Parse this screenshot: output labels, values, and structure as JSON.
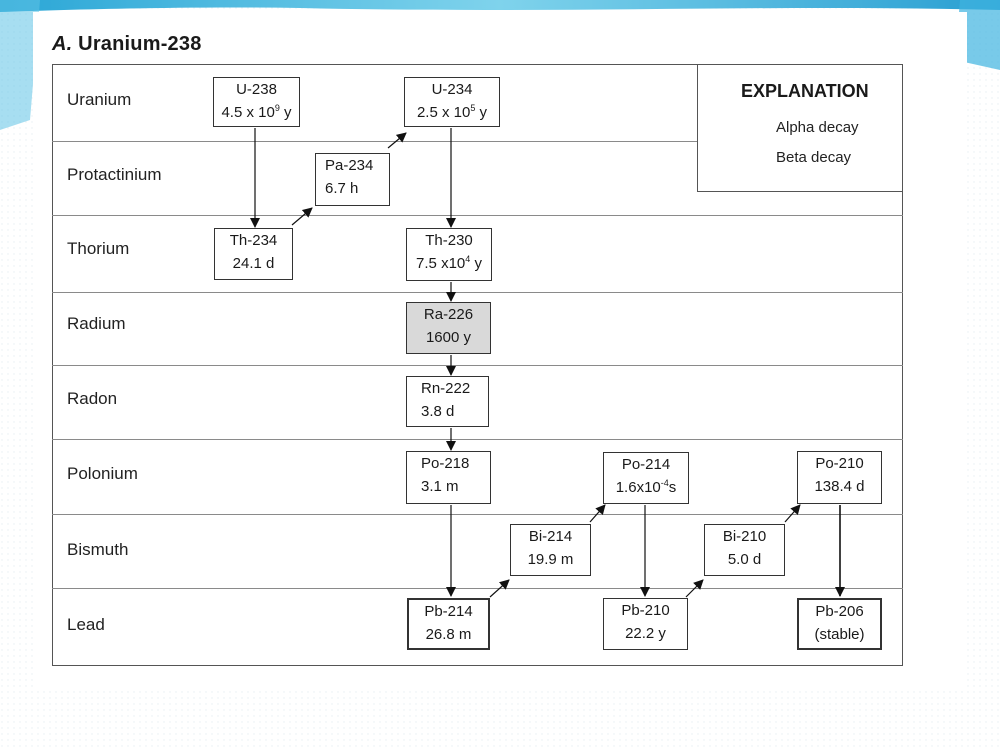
{
  "title": {
    "letter": "A.",
    "text": "Uranium-238"
  },
  "rows": [
    {
      "label": "Uranium"
    },
    {
      "label": "Protactinium"
    },
    {
      "label": "Thorium"
    },
    {
      "label": "Radium"
    },
    {
      "label": "Radon"
    },
    {
      "label": "Polonium"
    },
    {
      "label": "Bismuth"
    },
    {
      "label": "Lead"
    }
  ],
  "nuclides": [
    {
      "name": "U-238",
      "hl": "4.5 x 10",
      "sup": "9",
      "tail": " y"
    },
    {
      "name": "U-234",
      "hl": "2.5 x 10",
      "sup": "5",
      "tail": " y"
    },
    {
      "name": "Pa-234",
      "hl": "6.7 h",
      "sup": "",
      "tail": ""
    },
    {
      "name": "Th-234",
      "hl": "24.1 d",
      "sup": "",
      "tail": ""
    },
    {
      "name": "Th-230",
      "hl": "7.5 x10",
      "sup": "4",
      "tail": " y"
    },
    {
      "name": "Ra-226",
      "hl": "1600 y",
      "sup": "",
      "tail": ""
    },
    {
      "name": "Rn-222",
      "hl": "3.8 d",
      "sup": "",
      "tail": ""
    },
    {
      "name": "Po-218",
      "hl": "3.1 m",
      "sup": "",
      "tail": ""
    },
    {
      "name": "Po-214",
      "hl": "1.6x10",
      "sup": "-4",
      "tail": "s"
    },
    {
      "name": "Po-210",
      "hl": "138.4 d",
      "sup": "",
      "tail": ""
    },
    {
      "name": "Bi-214",
      "hl": "19.9 m",
      "sup": "",
      "tail": ""
    },
    {
      "name": "Bi-210",
      "hl": "5.0 d",
      "sup": "",
      "tail": ""
    },
    {
      "name": "Pb-214",
      "hl": "26.8 m",
      "sup": "",
      "tail": ""
    },
    {
      "name": "Pb-210",
      "hl": "22.2 y",
      "sup": "",
      "tail": ""
    },
    {
      "name": "Pb-206",
      "hl": "(stable)",
      "sup": "",
      "tail": ""
    }
  ],
  "legend": {
    "title": "EXPLANATION",
    "alpha": "Alpha decay",
    "beta": "Beta decay"
  }
}
